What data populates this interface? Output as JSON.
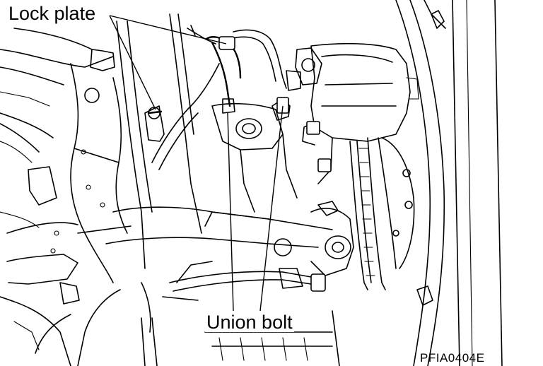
{
  "figure": {
    "callouts": {
      "lock_plate": "Lock plate",
      "union_bolt": "Union bolt"
    },
    "figure_code": "PFIA0404E"
  }
}
